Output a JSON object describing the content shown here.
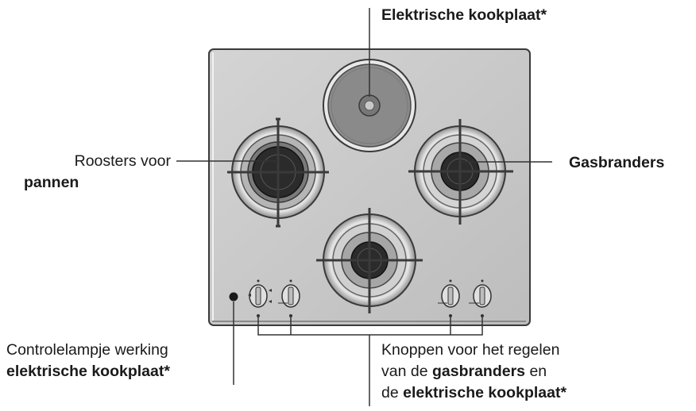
{
  "labels": {
    "electric_hotplate_top": "Elektrische kookplaat*",
    "pan_supports_line1": "Roosters voor",
    "pan_supports_line2": "pannen",
    "gas_burners": "Gasbranders",
    "indicator_line1": "Controlelampje werking",
    "indicator_line2": "elektrische kookplaat*",
    "knobs_line1": "Knoppen voor het regelen",
    "knobs_line2_pre": "van de ",
    "knobs_line2_bold": "gasbranders",
    "knobs_line2_post": " en",
    "knobs_line3_pre": "de ",
    "knobs_line3_bold": "elektrische kookplaat*"
  },
  "colors": {
    "panel_fill": "#c9c9c9",
    "outline": "#3a3a3a",
    "burner_cap": "#2b2b2b",
    "hotplate": "#8a8a8a",
    "leader_line": "#333333"
  }
}
